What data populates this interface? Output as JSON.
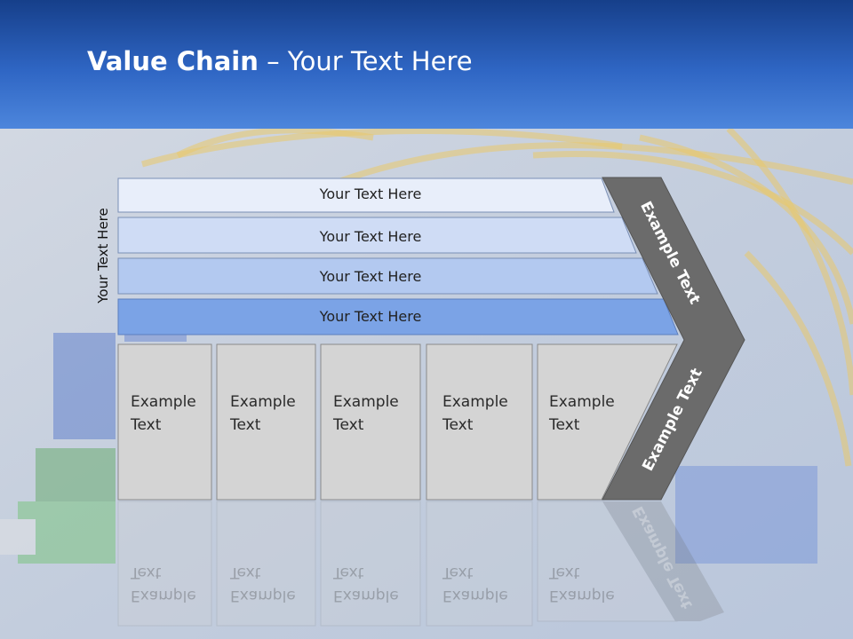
{
  "slide": {
    "title_bold": "Value Chain",
    "title_rest": " – Your Text Here"
  },
  "diagram": {
    "side_label": "Your Text Here",
    "banners": [
      "Your Text Here",
      "Your Text Here",
      "Your Text Here",
      "Your Text Here"
    ],
    "activities": [
      "Example\nText",
      "Example\nText",
      "Example\nText",
      "Example\nText",
      "Example\nText"
    ],
    "chevron_upper": "Example Text",
    "chevron_lower": "Example Text"
  },
  "colors": {
    "banner_fills": [
      "#e8eefa",
      "#cfdcf5",
      "#b3c9f0",
      "#7ba3e6"
    ],
    "activity_fill": "#d4d4d4",
    "chevron_fill": "#6b6b6b"
  }
}
